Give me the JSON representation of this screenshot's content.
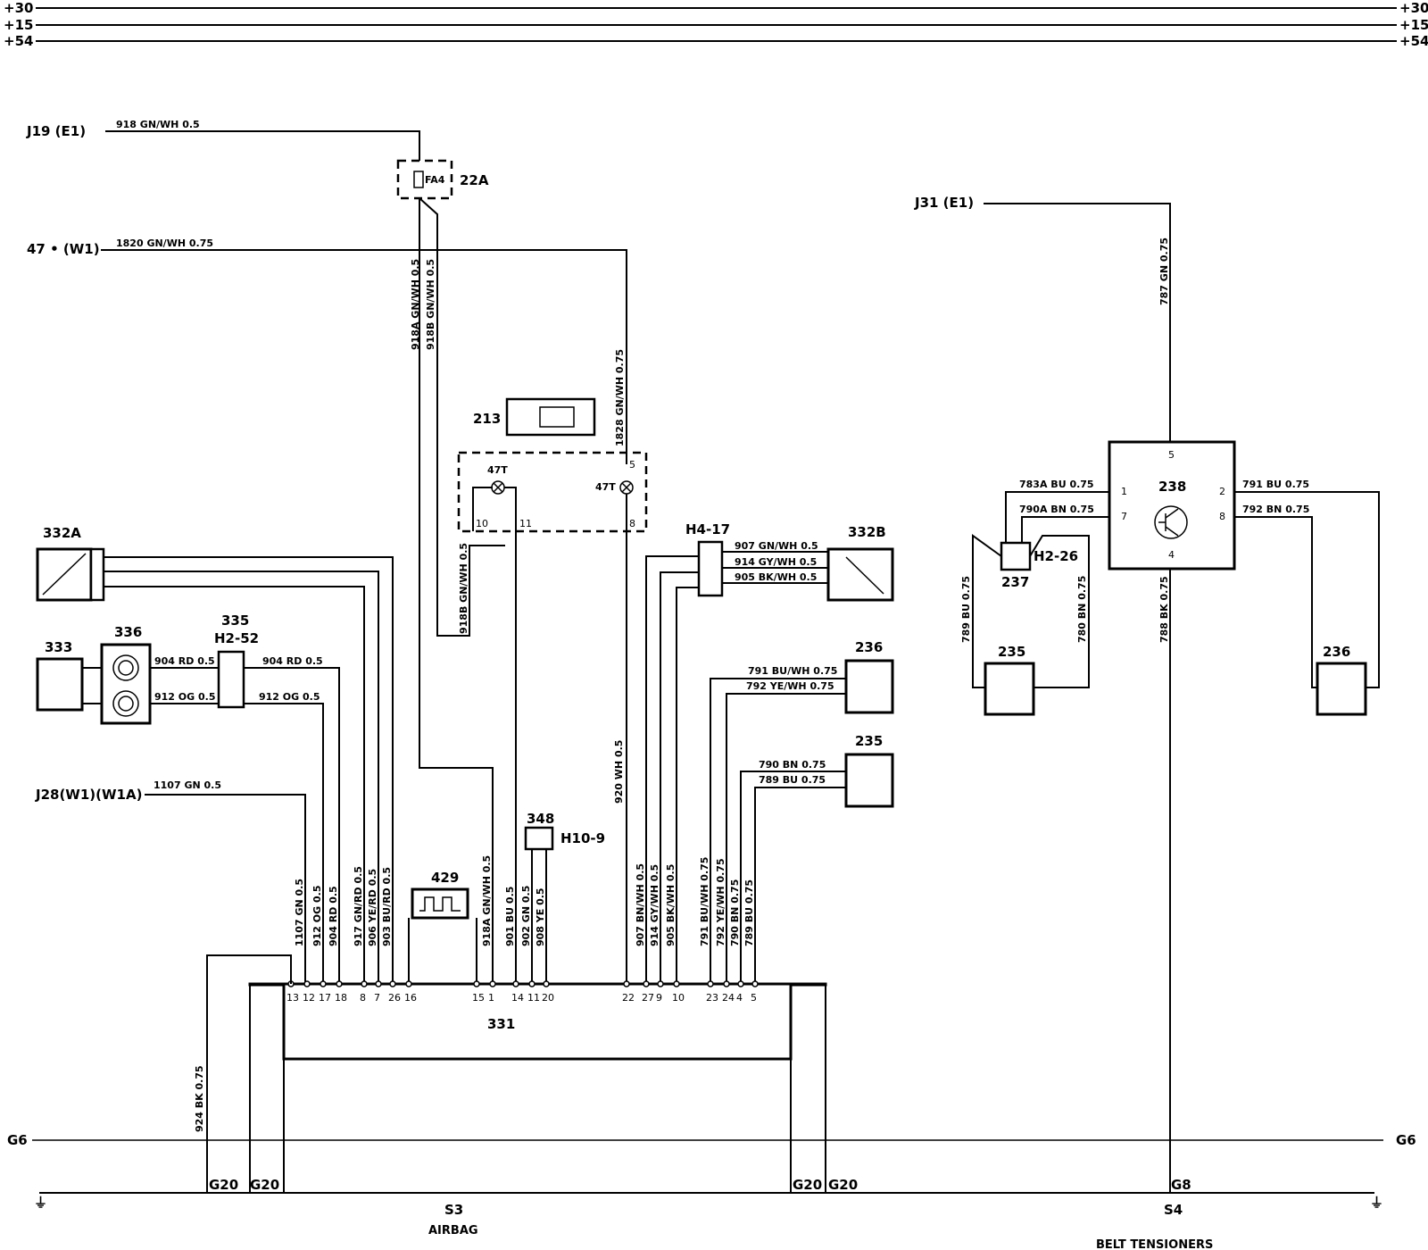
{
  "rails": {
    "r30": "+30",
    "r15": "+15",
    "r54": "+54",
    "g6": "G6"
  },
  "connectors": {
    "j19": "J19 (E1)",
    "w47": "47 • (W1)",
    "j31": "J31 (E1)",
    "j28": "J28(W1)(W1A)"
  },
  "components": {
    "c22a": "22A",
    "fa4": "FA4",
    "c213": "213",
    "c332a": "332A",
    "c332b": "332B",
    "c333": "333",
    "c336": "336",
    "c335": "335",
    "h252": "H2-52",
    "h417": "H4-17",
    "c236a": "236",
    "c235a": "235",
    "c348": "348",
    "h109": "H10-9",
    "c429": "429",
    "c331": "331",
    "c238": "238",
    "c237": "237",
    "h226": "H2-26",
    "c235b": "235",
    "c236b": "236",
    "lamp1": "47T",
    "lamp2": "47T"
  },
  "wires": {
    "w918": "918 GN/WH 0.5",
    "w1820": "1820 GN/WH 0.75",
    "w918a": "918A GN/WH 0.5",
    "w918b": "918B GN/WH 0.5",
    "w918b2": "918B GN/WH 0.5",
    "w1828": "1828 GN/WH 0.75",
    "w787": "787 GN 0.75",
    "w907": "907 GN/WH 0.5",
    "w914": "914 GY/WH 0.5",
    "w905": "905 BK/WH 0.5",
    "w904a": "904 RD 0.5",
    "w904b": "904 RD 0.5",
    "w912a": "912 OG 0.5",
    "w912b": "912 OG 0.5",
    "w1107": "1107 GN 0.5",
    "w791bw": "791 BU/WH 0.75",
    "w792yw": "792 YE/WH 0.75",
    "w790": "790 BN 0.75",
    "w789": "789 BU 0.75",
    "w783a": "783A BU 0.75",
    "w790a": "790A BN 0.75",
    "w791r": "791 BU 0.75",
    "w792r": "792 BN 0.75",
    "w789v": "789 BU 0.75",
    "w780v": "780 BN 0.75",
    "w788": "788 BK 0.75",
    "w920": "920 WH 0.5",
    "w924": "924 BK 0.75",
    "v1107": "1107 GN 0.5",
    "v912": "912 OG 0.5",
    "v904": "904 RD 0.5",
    "v917": "917 GN/RD 0.5",
    "v906": "906 YE/RD 0.5",
    "v903": "903 BU/RD 0.5",
    "v918a": "918A GN/WH 0.5",
    "v901": "901 BU 0.5",
    "v902": "902 GN 0.5",
    "v908": "908 YE 0.5",
    "v907": "907 BN/WH 0.5",
    "v914": "914 GY/WH 0.5",
    "v905": "905 BK/WH 0.5",
    "v791": "791 BU/WH 0.75",
    "v792": "792 YE/WH 0.75",
    "v790": "790 BN 0.75",
    "v789": "789 BU 0.75"
  },
  "pins331": [
    "13",
    "12",
    "17",
    "18",
    "8",
    "7",
    "26",
    "16",
    "15",
    "1",
    "14",
    "11",
    "20",
    "22",
    "27",
    "9",
    "10",
    "23",
    "24",
    "4",
    "5"
  ],
  "pins": {
    "p10": "10",
    "p11": "11",
    "p8": "8",
    "p5": "5",
    "p238_5": "5",
    "p238_1": "1",
    "p238_7": "7",
    "p238_2": "2",
    "p238_8": "8",
    "p238_4": "4"
  },
  "grounds": {
    "g20a": "G20",
    "g20b": "G20",
    "g20c": "G20",
    "g20d": "G20",
    "g8": "G8",
    "s3": "S3",
    "s4": "S4"
  },
  "captions": {
    "airbag": "AIRBAG",
    "belt": "BELT TENSIONERS"
  }
}
